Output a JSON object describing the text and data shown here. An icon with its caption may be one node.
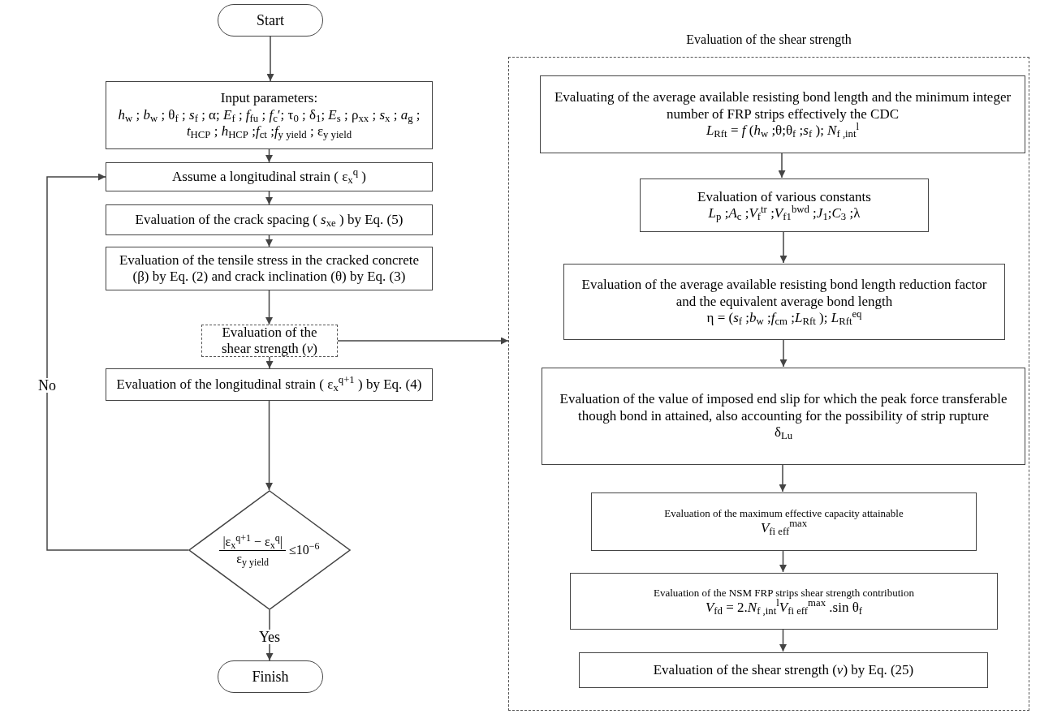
{
  "diagram": {
    "nodes": [
      {
        "text": [
          "Start"
        ]
      },
      {
        "text": [
          "Input parameters:",
          "*h*$_{w}$ ; *b*$_{w}$ ; θ$_{f}$ ; *s*$_{f}$ ; α; *E*$_{f}$ ; *f*$_{fu}$ ; *f*$_{c}$′; τ$_{0}$ ; δ$_{1}$; *E*$_{s}$ ; ρ$_{xx}$ ; *s*$_{x}$ ; *a*$_{g}$ ; *t*$_{HCP}$ ; *h*$_{HCP}$ ;*f*$_{ct}$ ;*f*$_{y yield}$ ; ε$_{y yield}$"
        ]
      },
      {
        "text": [
          "Assume a longitudinal strain ( ε$_{x}$$^{q}$ )"
        ]
      },
      {
        "text": [
          "Evaluation of the crack spacing ( *s*$_{xe}$ ) by Eq. (5)"
        ]
      },
      {
        "text": [
          "Evaluation of the tensile stress in the cracked concrete (β) by Eq. (2) and crack inclination (θ) by Eq. (3)"
        ]
      },
      {
        "text": [
          "Evaluation of the shear strength (*v*)"
        ]
      },
      {
        "text": [
          "Evaluation of the longitudinal strain ( ε$_{x}$$^{q+1}$ ) by Eq. (4)"
        ]
      },
      {
        "text": [
          "|ε$_{x}$$^{q+1}$ − ε$_{x}$$^{q}$|",
          "ε$_{y yield}$",
          "≤10$^{−6}$"
        ]
      },
      {
        "text": [
          "Finish"
        ]
      },
      {
        "text": [
          "Evaluation of the shear strength"
        ]
      },
      {
        "text": [
          "Evaluating of the average available resisting bond length and the minimum integer number of FRP strips effectively the CDC",
          "*L*$_{Rft}$ = *f* (*h*$_{w}$ ;θ;θ$_{f}$ ;*s*$_{f}$ ); *N*$_{f ,int}$$^{l}$"
        ],
        "in": 9
      },
      {
        "text": [
          "Evaluation of various constants",
          "*L*$_{p}$ ;*A*$_{c}$ ;*V*$_{f}$$^{tr}$ ;*V*$_{f1}$$^{bwd}$ ;*J*$_{1}$;*C*$_{3}$ ;λ"
        ],
        "in": 9
      },
      {
        "text": [
          "Evaluation of the average available resisting bond length reduction factor and the equivalent average bond length",
          "η = (*s*$_{f}$ ;*b*$_{w}$ ;*f*$_{cm}$ ;*L*$_{Rft}$ ); *L*$_{Rft}$$^{eq}$"
        ],
        "in": 9
      },
      {
        "text": [
          "Evaluation of the value of imposed end slip for which the peak force transferable though bond in attained, also accounting for the possibility of strip rupture",
          "δ$_{Lu}$"
        ],
        "in": 9
      },
      {
        "text": [
          "Evaluation of the maximum effective capacity attainable",
          "*V*$_{fi eff}$$^{max}$"
        ],
        "in": 9
      },
      {
        "text": [
          "Evaluation of the NSM FRP strips shear strength contribution",
          "*V*$_{fd}$ = 2.*N*$_{f ,int}$$^{l}$*V*$_{fi eff}$$^{max}$ .sin θ$_{f}$"
        ],
        "in": 9
      },
      {
        "text": [
          "Evaluation of the shear strength (*v*) by Eq. (25)"
        ],
        "in": 9
      }
    ],
    "edges": [
      {
        "from": 0,
        "to": 1,
        "arrow": "to"
      },
      {
        "from": 1,
        "to": 2,
        "arrow": "to"
      },
      {
        "from": 2,
        "to": 3,
        "arrow": "to"
      },
      {
        "from": 3,
        "to": 4,
        "arrow": "to"
      },
      {
        "from": 4,
        "to": 5,
        "arrow": "to"
      },
      {
        "from": 5,
        "to": 6,
        "arrow": "to"
      },
      {
        "from": 6,
        "to": 7,
        "arrow": "to"
      },
      {
        "from": 7,
        "to": 8,
        "arrow": "to",
        "label": "Yes"
      },
      {
        "from": 7,
        "to": 2,
        "arrow": "to",
        "label": "No"
      },
      {
        "from": 5,
        "to": 9,
        "arrow": "to"
      },
      {
        "from": 10,
        "to": 11,
        "arrow": "to"
      },
      {
        "from": 11,
        "to": 12,
        "arrow": "to"
      },
      {
        "from": 12,
        "to": 13,
        "arrow": "to"
      },
      {
        "from": 13,
        "to": 14,
        "arrow": "to"
      },
      {
        "from": 14,
        "to": 15,
        "arrow": "to"
      },
      {
        "from": 15,
        "to": 16,
        "arrow": "to"
      }
    ]
  }
}
